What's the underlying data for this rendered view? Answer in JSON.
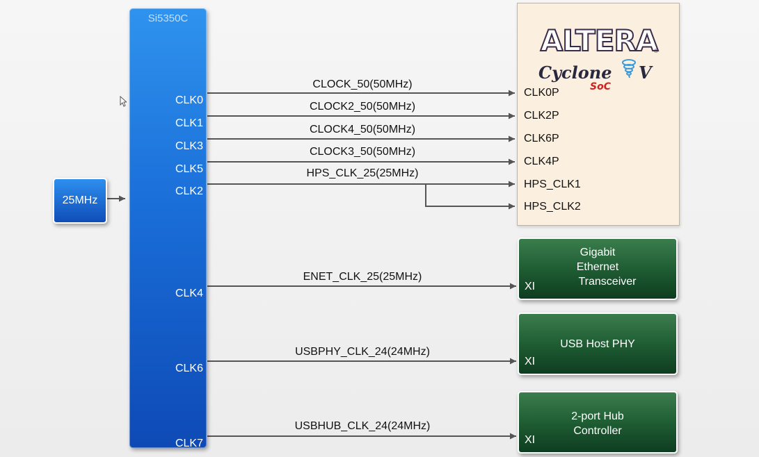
{
  "chip": {
    "title": "Si5350C",
    "pins": [
      "CLK0",
      "CLK1",
      "CLK3",
      "CLK5",
      "CLK2",
      "CLK4",
      "CLK6",
      "CLK7"
    ]
  },
  "oscillator": {
    "label": "25MHz"
  },
  "fpga": {
    "logo_brand": "ALTERA",
    "logo_family": "Cyclone",
    "logo_version": "V",
    "logo_variant": "SoC",
    "pins": [
      "CLK0P",
      "CLK2P",
      "CLK6P",
      "CLK4P",
      "HPS_CLK1",
      "HPS_CLK2"
    ]
  },
  "signals": [
    "CLOCK_50(50MHz)",
    "CLOCK2_50(50MHz)",
    "CLOCK4_50(50MHz)",
    "CLOCK3_50(50MHz)",
    "HPS_CLK_25(25MHz)",
    "ENET_CLK_25(25MHz)",
    "USBPHY_CLK_24(24MHz)",
    "USBHUB_CLK_24(24MHz)"
  ],
  "devices": [
    {
      "name_lines": [
        "Gigabit",
        "Ethernet",
        "Transceiver"
      ],
      "pin": "XI"
    },
    {
      "name_lines": [
        "USB Host PHY"
      ],
      "pin": "XI"
    },
    {
      "name_lines": [
        "2-port Hub",
        "Controller"
      ],
      "pin": "XI"
    }
  ],
  "colors": {
    "chip_blue": "#1a6ed8",
    "device_green": "#1d5a31",
    "fpga_bg": "#fbefdf",
    "wire": "#555555",
    "soc_red": "#d1201d"
  }
}
